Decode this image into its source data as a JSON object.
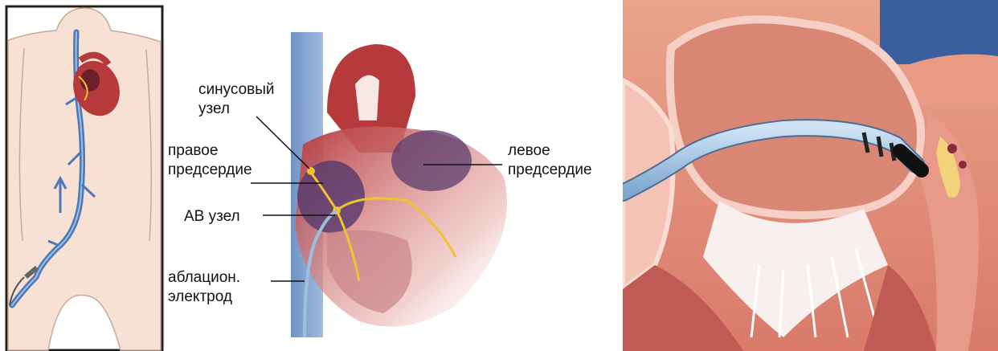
{
  "labels": {
    "sinus_node": "синусовый\nузел",
    "right_atrium": "правое\nпредсердие",
    "av_node": "АВ узел",
    "ablation_electrode": "аблацион.\nэлектрод",
    "left_atrium": "левое\nпредсердие"
  },
  "colors": {
    "skin": "#f5ddd0",
    "skin_outline": "#c9a898",
    "vein": "#4b78b8",
    "heart_red": "#b63a3c",
    "heart_dark": "#6d1f2b",
    "conduction": "#f2c230",
    "catheter": "#9cc0e0",
    "frame": "#222222"
  }
}
